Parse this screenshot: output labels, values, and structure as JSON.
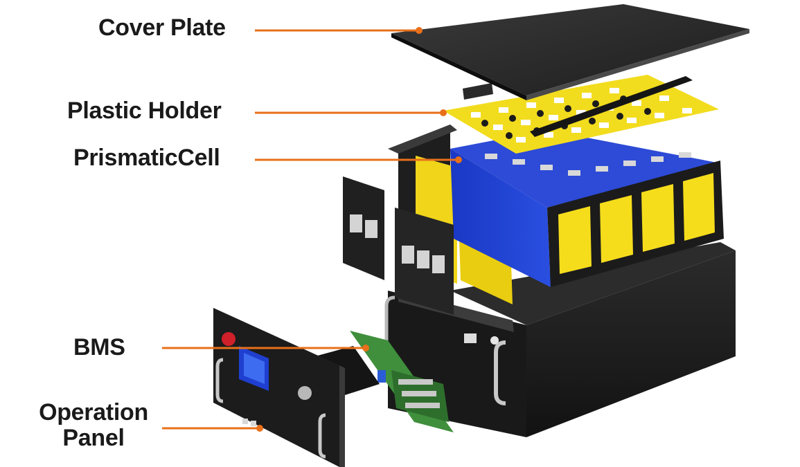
{
  "labels": {
    "cover_plate": "Cover Plate",
    "plastic_holder": "Plastic Holder",
    "prismatic_cell": "PrismaticCell",
    "bms": "BMS",
    "operation_panel_line1": "Operation",
    "operation_panel_line2": "Panel"
  },
  "colors": {
    "leader_line": "#e8701a",
    "label_text": "#1a1a1a",
    "cell_blue": "#1f3fd0",
    "holder_yellow": "#f2dc1e",
    "insulator_yellow": "#f3e01a",
    "casing": "#1b1b1b",
    "cover": "#2a2a2a",
    "pcb_green": "#3f8f3c",
    "terminal_red": "#d0202a"
  },
  "components": [
    {
      "name": "cover-plate",
      "label_key": "cover_plate"
    },
    {
      "name": "plastic-holder",
      "label_key": "plastic_holder"
    },
    {
      "name": "prismatic-cell",
      "label_key": "prismatic_cell"
    },
    {
      "name": "bms-board",
      "label_key": "bms"
    },
    {
      "name": "operation-panel",
      "label_key": "operation_panel"
    }
  ]
}
